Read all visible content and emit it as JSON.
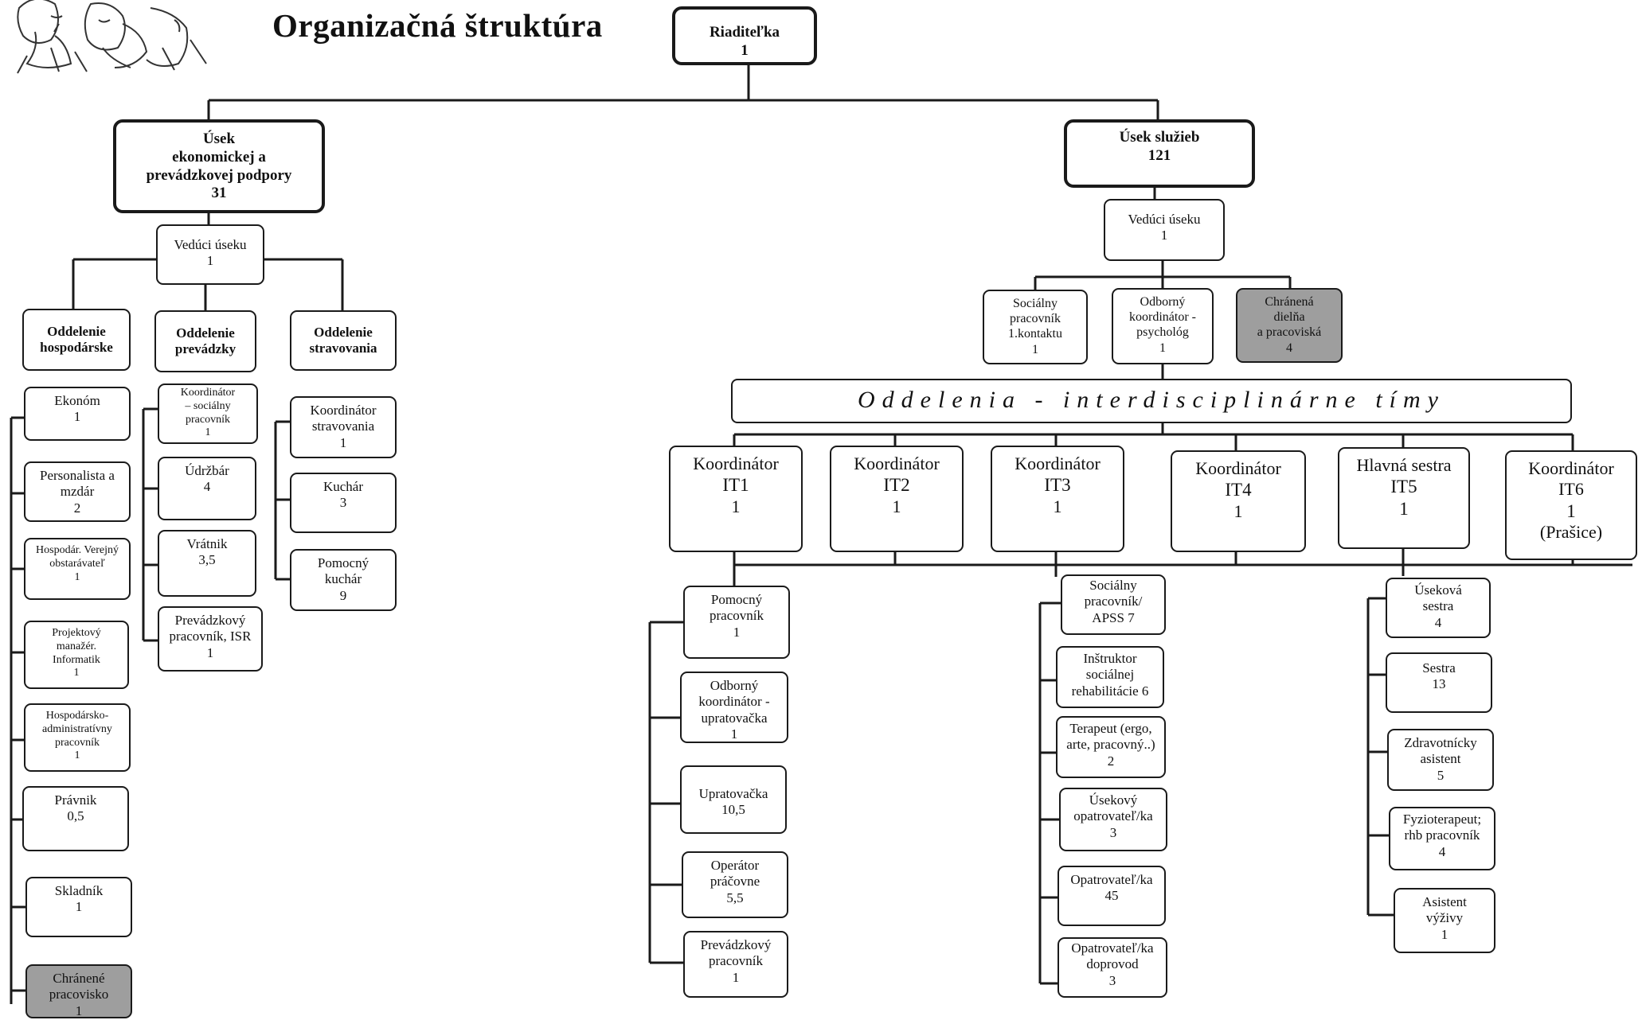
{
  "title": "Organizačná štruktúra",
  "banner": "Oddelenia - interdisciplinárne tímy",
  "director": {
    "label": "Riaditeľka",
    "count": "1"
  },
  "econ_section": {
    "label": "Úsek\nekonomickej a\nprevádzkovej podpory",
    "count": "31"
  },
  "services_section": {
    "label": "Úsek služieb",
    "count": "121"
  },
  "econ_head": {
    "label": "Vedúci úseku",
    "count": "1"
  },
  "services_head": {
    "label": "Vedúci úseku",
    "count": "1"
  },
  "econ_departments": [
    {
      "label": "Oddelenie\nhospodárske"
    },
    {
      "label": "Oddelenie\nprevádzky"
    },
    {
      "label": "Oddelenie\nstravovania"
    }
  ],
  "hospodarske": [
    {
      "label": "Ekonóm",
      "count": "1"
    },
    {
      "label": "Personalista a\nmzdár",
      "count": "2"
    },
    {
      "label": "Hospodár. Verejný\nobstarávateľ",
      "count": "1"
    },
    {
      "label": "Projektový\nmanažér.\nInformatik",
      "count": "1"
    },
    {
      "label": "Hospodársko-\nadministratívny\npracovník",
      "count": "1"
    },
    {
      "label": "Právnik",
      "count": "0,5"
    },
    {
      "label": "Skladník",
      "count": "1"
    },
    {
      "label": "Chránené\npracovisko",
      "count": "1"
    }
  ],
  "prevadzky": [
    {
      "label": "Koordinátor\n– sociálny\npracovník",
      "count": "1"
    },
    {
      "label": "Údržbár",
      "count": "4"
    },
    {
      "label": "Vrátnik",
      "count": "3,5"
    },
    {
      "label": "Prevádzkový\npracovník, ISR",
      "count": "1"
    }
  ],
  "stravovania": [
    {
      "label": "Koordinátor\nstravovania",
      "count": "1"
    },
    {
      "label": "Kuchár",
      "count": "3"
    },
    {
      "label": "Pomocný\nkuchár",
      "count": "9"
    }
  ],
  "services_staff": [
    {
      "label": "Sociálny\npracovník\n1.kontaktu",
      "count": "1"
    },
    {
      "label": "Odborný\nkoordinátor -\npsychológ",
      "count": "1"
    },
    {
      "label": "Chránená\ndielňa\na pracoviská",
      "count": "4"
    }
  ],
  "teams": [
    {
      "role": "Koordinátor",
      "code": "IT1",
      "count": "1",
      "note": ""
    },
    {
      "role": "Koordinátor",
      "code": "IT2",
      "count": "1",
      "note": ""
    },
    {
      "role": "Koordinátor",
      "code": "IT3",
      "count": "1",
      "note": ""
    },
    {
      "role": "Koordinátor",
      "code": "IT4",
      "count": "1",
      "note": ""
    },
    {
      "role": "Hlavná sestra",
      "code": "IT5",
      "count": "1",
      "note": ""
    },
    {
      "role": "Koordinátor",
      "code": "IT6",
      "count": "1",
      "note": "(Prašice)"
    }
  ],
  "it1_staff": [
    {
      "label": "Pomocný\npracovník",
      "count": "1"
    },
    {
      "label": "Odborný\nkoordinátor -\nupratovačka",
      "count": "1"
    },
    {
      "label": "Upratovačka",
      "count": "10,5"
    },
    {
      "label": "Operátor\npráčovne",
      "count": "5,5"
    },
    {
      "label": "Prevádzkový\npracovník",
      "count": "1"
    }
  ],
  "it3_staff": [
    {
      "label": "Sociálny\npracovník/\nAPSS 7",
      "count": ""
    },
    {
      "label": "Inštruktor\nsociálnej\nrehabilitácie 6",
      "count": ""
    },
    {
      "label": "Terapeut (ergo,\narte, pracovný..)",
      "count": "2"
    },
    {
      "label": "Úsekový\nopatrovateľ/ka",
      "count": "3"
    },
    {
      "label": "Opatrovateľ/ka",
      "count": "45"
    },
    {
      "label": "Opatrovateľ/ka\ndoprovod",
      "count": "3"
    }
  ],
  "it5_staff": [
    {
      "label": "Úseková\nsestra",
      "count": "4"
    },
    {
      "label": "Sestra",
      "count": "13"
    },
    {
      "label": "Zdravotnícky\nasistent",
      "count": "5"
    },
    {
      "label": "Fyzioterapeut;\nrhb pracovník",
      "count": "4"
    },
    {
      "label": "Asistent\nvýživy",
      "count": "1"
    }
  ],
  "colors": {
    "line": "#1a1a1a",
    "highlight_box": "#9e9e9e"
  },
  "icons": [
    "logo-drawing"
  ]
}
